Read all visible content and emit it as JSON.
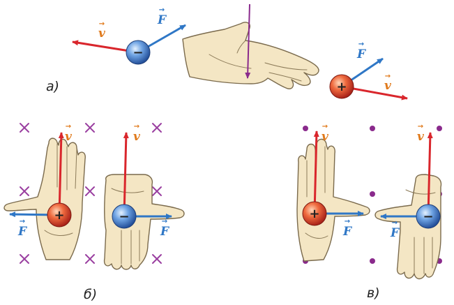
{
  "labels": {
    "panel_a": "а)",
    "panel_b": "б)",
    "panel_c": "в)",
    "velocity": "v",
    "force": "F",
    "plus": "+",
    "minus": "−"
  },
  "colors": {
    "velocity_arrow": "#d9262c",
    "velocity_label": "#e07a1c",
    "force_arrow": "#2f77c6",
    "force_label": "#2f77c6",
    "field_cross": "#9a3fa0",
    "field_dot": "#8a2a8c",
    "b_field_line": "#8a2a8c",
    "positive_charge": "#e0462a",
    "negative_charge": "#3f7ed1",
    "skin": "#f4e6c4"
  },
  "icons": {
    "cross": "field-into-page-icon",
    "dot": "field-out-of-page-icon",
    "hand": "left-hand-icon"
  }
}
